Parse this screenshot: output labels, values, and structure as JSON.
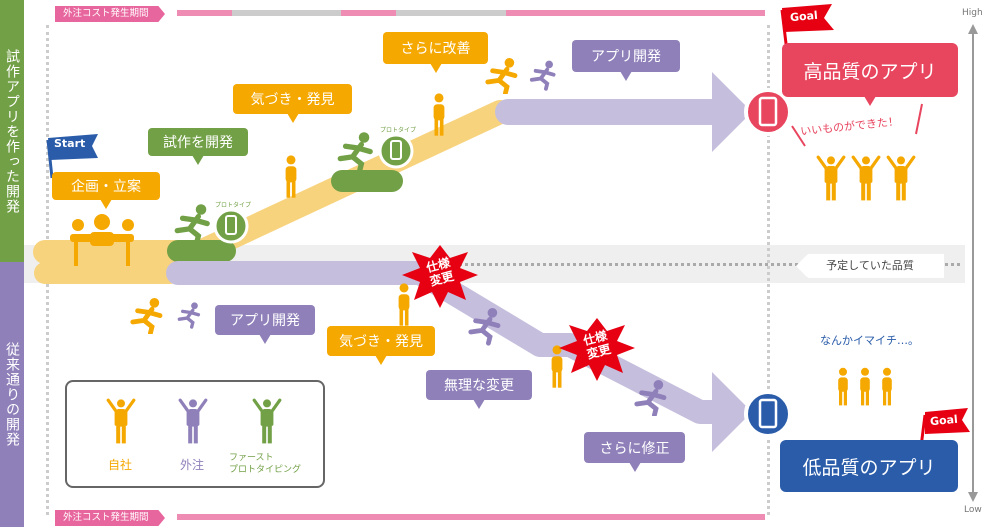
{
  "side_labels": {
    "top": "試作アプリを作った開発",
    "bottom": "従来通りの開発"
  },
  "cost_period_label": "外注コスト発生期間",
  "axis": {
    "high": "High",
    "low": "Low"
  },
  "flags": {
    "start": "Start",
    "goal": "Goal"
  },
  "prototype_label": "プロトタイプ",
  "top_flow": {
    "plan": "企画・立案",
    "prototype_dev": "試作を開発",
    "discover": "気づき・発見",
    "improve": "さらに改善",
    "app_dev": "アプリ開発"
  },
  "bottom_flow": {
    "app_dev": "アプリ開発",
    "discover": "気づき・発見",
    "forced_change": "無理な変更",
    "fix": "さらに修正"
  },
  "spec_change": "仕様変更",
  "planned_quality": "予定していた品質",
  "results": {
    "high": "高品質のアプリ",
    "high_comment": "いいものができた！",
    "low": "低品質のアプリ",
    "low_comment": "なんかイマイチ…。"
  },
  "legend": {
    "own": "自社",
    "outsource": "外注",
    "fpt_line1": "ファースト",
    "fpt_line2": "プロトタイピング"
  },
  "colors": {
    "own": "#f5a800",
    "outsource": "#8f80ba",
    "prototype": "#72a046",
    "high": "#e8455f",
    "low": "#2a5caa",
    "cost": "#e8669e"
  }
}
